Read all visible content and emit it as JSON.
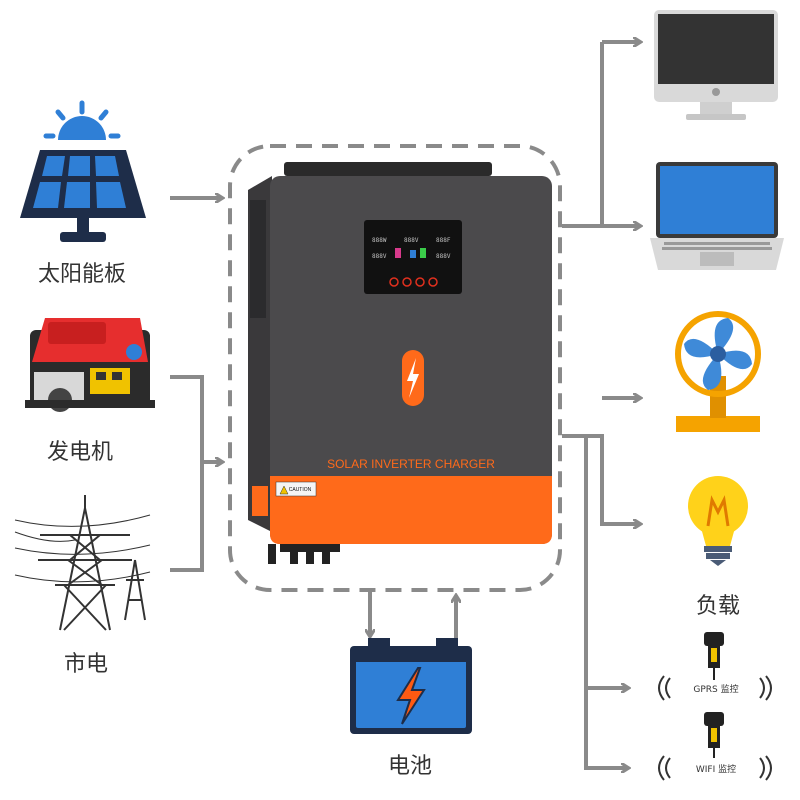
{
  "sources": {
    "solar_label": "太阳能板",
    "generator_label": "发电机",
    "grid_label": "市电"
  },
  "inverter": {
    "brand_text": "SOLAR INVERTER CHARGER",
    "caution_text": "CAUTION"
  },
  "battery": {
    "label": "电池"
  },
  "loads": {
    "label": "负载",
    "gprs_label": "GPRS 监控",
    "wifi_label": "WIFI 监控"
  },
  "colors": {
    "arrow": "#8a8a8a",
    "inverter_body": "#4b4a4c",
    "inverter_accent": "#ff6a1a",
    "battery_blue": "#2f7fd6",
    "fan_blue": "#3f8ad8",
    "fan_orange": "#f5a300"
  }
}
